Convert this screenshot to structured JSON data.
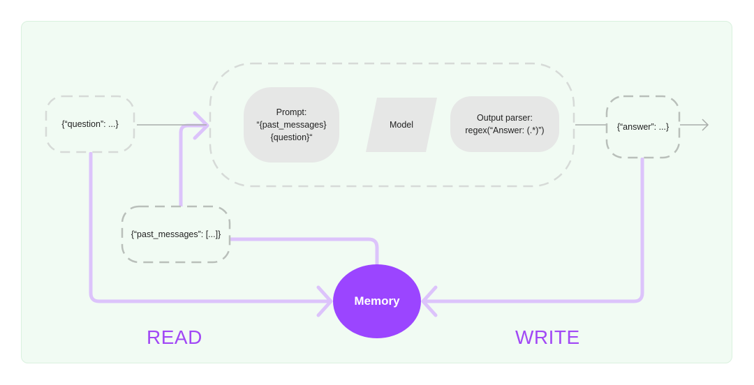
{
  "nodes": {
    "question": {
      "text": "{“question”: ...}"
    },
    "prompt": {
      "line1": "Prompt:",
      "line2": "“{past_messages}",
      "line3": "{question}“"
    },
    "model": {
      "text": "Model"
    },
    "parser": {
      "line1": "Output parser:",
      "line2": "regex(“Answer: (.*)”)"
    },
    "answer": {
      "text": "{“answer”: ...}"
    },
    "past_messages": {
      "text": "{“past_messages”: [...]}"
    },
    "memory": {
      "text": "Memory"
    }
  },
  "labels": {
    "read": "READ",
    "write": "WRITE"
  },
  "colors": {
    "panel_bg": "#f1fbf3",
    "dashed_stroke": "#d6dad7",
    "dashed_dark": "#b9bfba",
    "pill_fill": "#e6e7e6",
    "memory_fill": "#9b45ff",
    "flow_purple": "#dcc3fb",
    "arrow_gray": "#a8aca9",
    "label_purple": "#a148f5"
  }
}
